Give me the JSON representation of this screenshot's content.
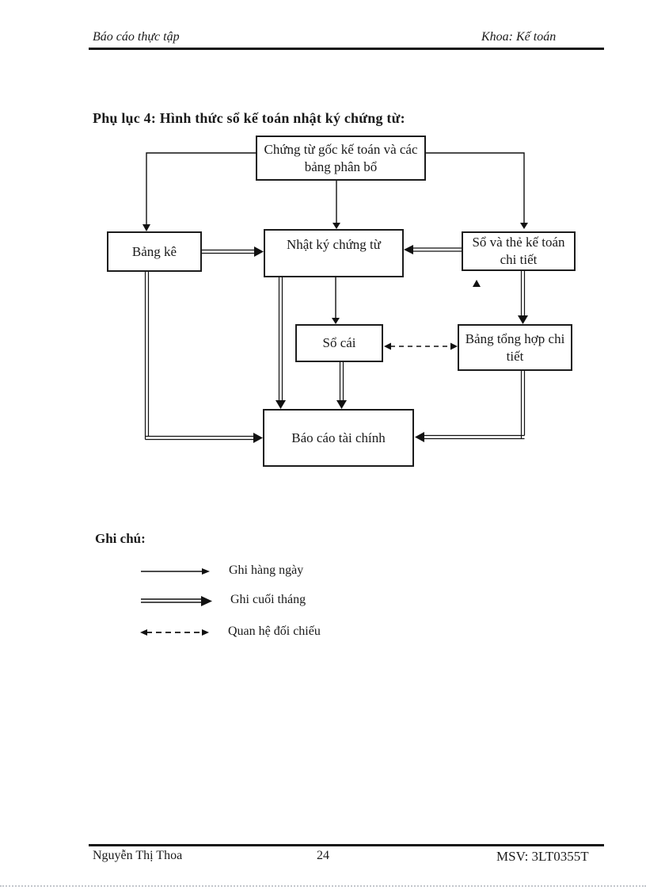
{
  "page": {
    "header": {
      "left": "Báo cáo thực tập",
      "right": "Khoa: Kế toán"
    },
    "title": "Phụ lục 4: Hình thức sổ kế toán nhật ký chứng từ:",
    "footer": {
      "left": "Nguyễn Thị Thoa",
      "page_number": "24",
      "right": "MSV: 3LT0355T"
    }
  },
  "diagram": {
    "boxes": {
      "chungtu": "Chứng từ gốc kế toán và các bảng phân bổ",
      "bangke": "Bảng kê",
      "nhatky": "Nhật ký chứng từ",
      "sovathe": "Sổ và thẻ kế toán chi tiết",
      "socai": "Sổ cái",
      "bangtonghop": "Bảng tổng hợp chi tiết",
      "baocao": "Báo cáo tài chính"
    },
    "legend": {
      "heading": "Ghi chú:",
      "items": [
        {
          "label": "Ghi hàng ngày",
          "arrow": "single-solid-arrow"
        },
        {
          "label": "Ghi cuối tháng",
          "arrow": "double-solid-arrow"
        },
        {
          "label": "Quan hệ đối chiếu",
          "arrow": "dashed-two-headed-arrow"
        }
      ]
    }
  },
  "colors": {
    "ink": "#1a1a1a",
    "line": "#000000",
    "paper": "#ffffff",
    "dotted_rule": "#c3c6cc"
  }
}
